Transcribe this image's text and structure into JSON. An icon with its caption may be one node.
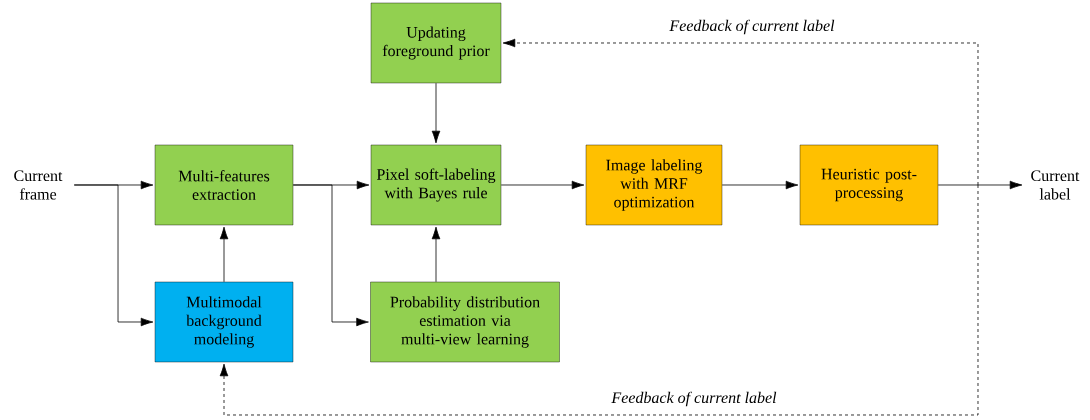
{
  "diagram": {
    "nodes": [
      {
        "text": [
          "Current frame"
        ]
      },
      {
        "text": [
          "Multi-features extraction"
        ]
      },
      {
        "text": [
          "Updating foreground prior"
        ]
      },
      {
        "text": [
          "Pixel soft-labeling with Bayes rule"
        ]
      },
      {
        "text": [
          "Image labeling with MRF optimization"
        ]
      },
      {
        "text": [
          "Heuristic post-processing"
        ]
      },
      {
        "text": [
          "Current label"
        ]
      },
      {
        "text": [
          "Multimodal background modeling"
        ]
      },
      {
        "text": [
          "Probability distribution estimation via multi-view learning"
        ]
      }
    ],
    "edges": [
      {
        "from": 0,
        "to": 1,
        "arrow": "to"
      },
      {
        "from": 0,
        "to": 7,
        "arrow": "to"
      },
      {
        "from": 7,
        "to": 1,
        "arrow": "to"
      },
      {
        "from": 1,
        "to": 3,
        "arrow": "to"
      },
      {
        "from": 1,
        "to": 8,
        "arrow": "to"
      },
      {
        "from": 8,
        "to": 3,
        "arrow": "to"
      },
      {
        "from": 2,
        "to": 3,
        "arrow": "to"
      },
      {
        "from": 3,
        "to": 4,
        "arrow": "to"
      },
      {
        "from": 4,
        "to": 5,
        "arrow": "to"
      },
      {
        "from": 5,
        "to": 6,
        "arrow": "to"
      },
      {
        "from": null,
        "to": 2,
        "arrow": "to",
        "style": "dashed",
        "label": "Feedback of current label"
      },
      {
        "from": null,
        "to": 7,
        "arrow": "to",
        "style": "dashed",
        "label": "Feedback of current label"
      }
    ]
  }
}
